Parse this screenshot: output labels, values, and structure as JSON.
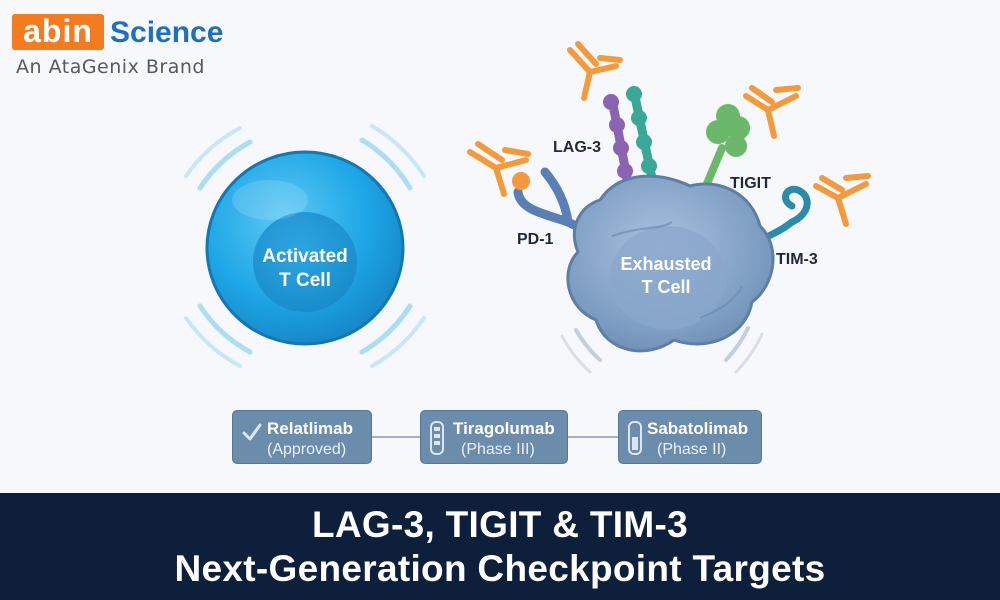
{
  "brand": {
    "logo_abin": "abin",
    "logo_science": "Science",
    "tagline": "An AtaGenix Brand"
  },
  "diagram": {
    "activated_cell": {
      "line1": "Activated",
      "line2": "T Cell"
    },
    "exhausted_cell": {
      "line1": "Exhausted",
      "line2": "T Cell"
    },
    "receptors": {
      "lag3": "LAG-3",
      "pd1": "PD-1",
      "tigit": "TIGIT",
      "tim3": "TIM-3"
    },
    "colors": {
      "activated_cell": "#1da6e6",
      "exhausted_cell": "#7d9dc2",
      "antibody": "#f49a3c",
      "pd1": "#5a7fb5",
      "lag3": "#8a64b0",
      "lag3_second": "#3aa896",
      "tigit": "#6bb86a",
      "tim3": "#2b8ca8",
      "footer": "#0d1f3a",
      "drug_box": "#6c8cab"
    }
  },
  "drugs": [
    {
      "name": "Relatlimab",
      "status": "(Approved)",
      "icon": "check-icon"
    },
    {
      "name": "Tiragolumab",
      "status": "(Phase III)",
      "icon": "vial-icon"
    },
    {
      "name": "Sabatolimab",
      "status": "(Phase II)",
      "icon": "vial-icon"
    }
  ],
  "footer": {
    "line1": "LAG-3, TIGIT & TIM-3",
    "line2": "Next-Generation Checkpoint Targets"
  }
}
